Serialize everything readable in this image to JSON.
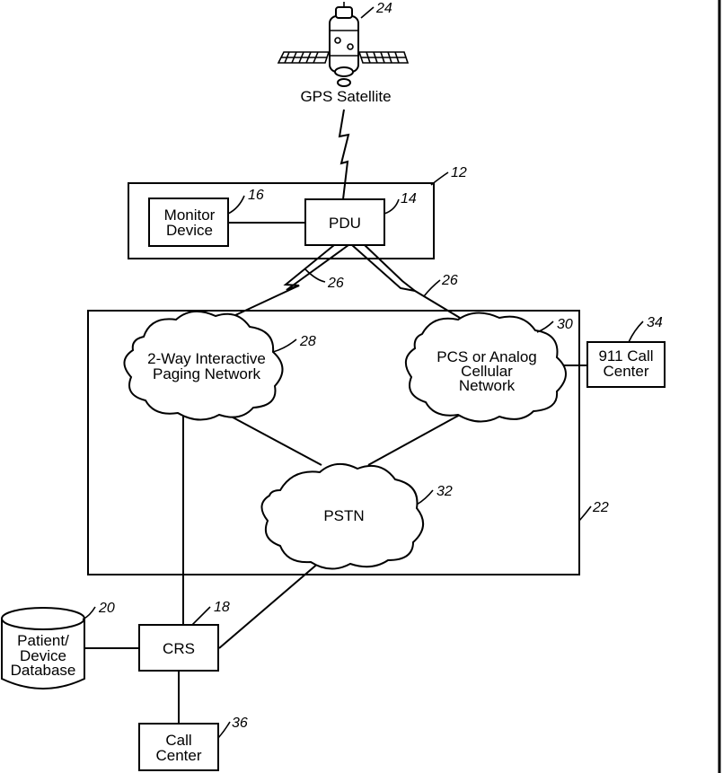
{
  "satellite": {
    "label": "GPS Satellite",
    "ref": "24"
  },
  "system_box": {
    "ref": "12"
  },
  "monitor_device": {
    "label_line1": "Monitor",
    "label_line2": "Device",
    "ref": "16"
  },
  "pdu": {
    "label": "PDU",
    "ref": "14"
  },
  "wireless_links": {
    "ref_left": "26",
    "ref_right": "26"
  },
  "network_box": {
    "ref": "22"
  },
  "paging_network": {
    "label_line1": "2-Way Interactive",
    "label_line2": "Paging Network",
    "ref": "28"
  },
  "cellular_network": {
    "label_line1": "PCS or Analog",
    "label_line2": "Cellular",
    "label_line3": "Network",
    "ref": "30"
  },
  "call_center_911": {
    "label_line1": "911 Call",
    "label_line2": "Center",
    "ref": "34"
  },
  "pstn": {
    "label": "PSTN",
    "ref": "32"
  },
  "database": {
    "label_line1": "Patient/",
    "label_line2": "Device",
    "label_line3": "Database",
    "ref": "20"
  },
  "crs": {
    "label": "CRS",
    "ref": "18"
  },
  "call_center": {
    "label_line1": "Call",
    "label_line2": "Center",
    "ref": "36"
  }
}
